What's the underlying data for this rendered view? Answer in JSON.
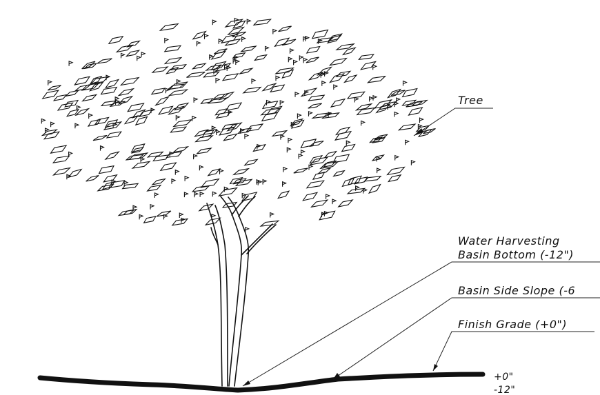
{
  "labels": {
    "tree": "Tree",
    "basin_bottom_line1": "Water Harvesting",
    "basin_bottom_line2": "Basin Bottom (-12\")",
    "basin_side_slope": "Basin Side Slope (-6",
    "finish_grade": "Finish Grade (+0\")",
    "grade_plus": "+0\"",
    "grade_minus": "-12\""
  },
  "colors": {
    "ink": "#111111",
    "background": "#ffffff"
  },
  "icons": [
    "leaf-icon",
    "arrowhead-icon"
  ]
}
